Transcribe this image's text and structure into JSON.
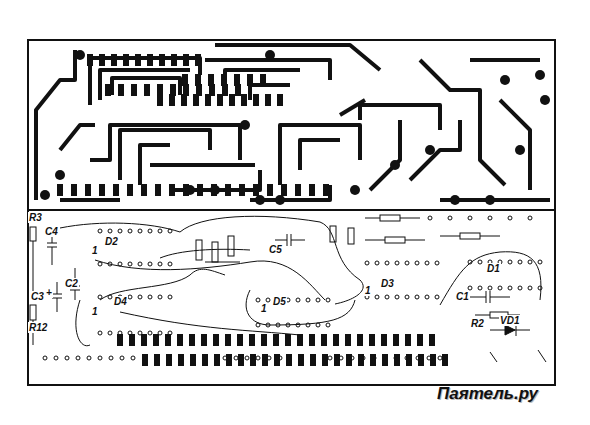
{
  "diagram": {
    "labels": [
      "R3",
      "C4",
      "1",
      "D2",
      "C2",
      "+",
      "C3",
      "R12",
      "1",
      "D4",
      "C5",
      "1",
      "D5",
      "1",
      "D3",
      "D1",
      "C1",
      "R2",
      "VD1",
      "Паятель.ру"
    ]
  }
}
